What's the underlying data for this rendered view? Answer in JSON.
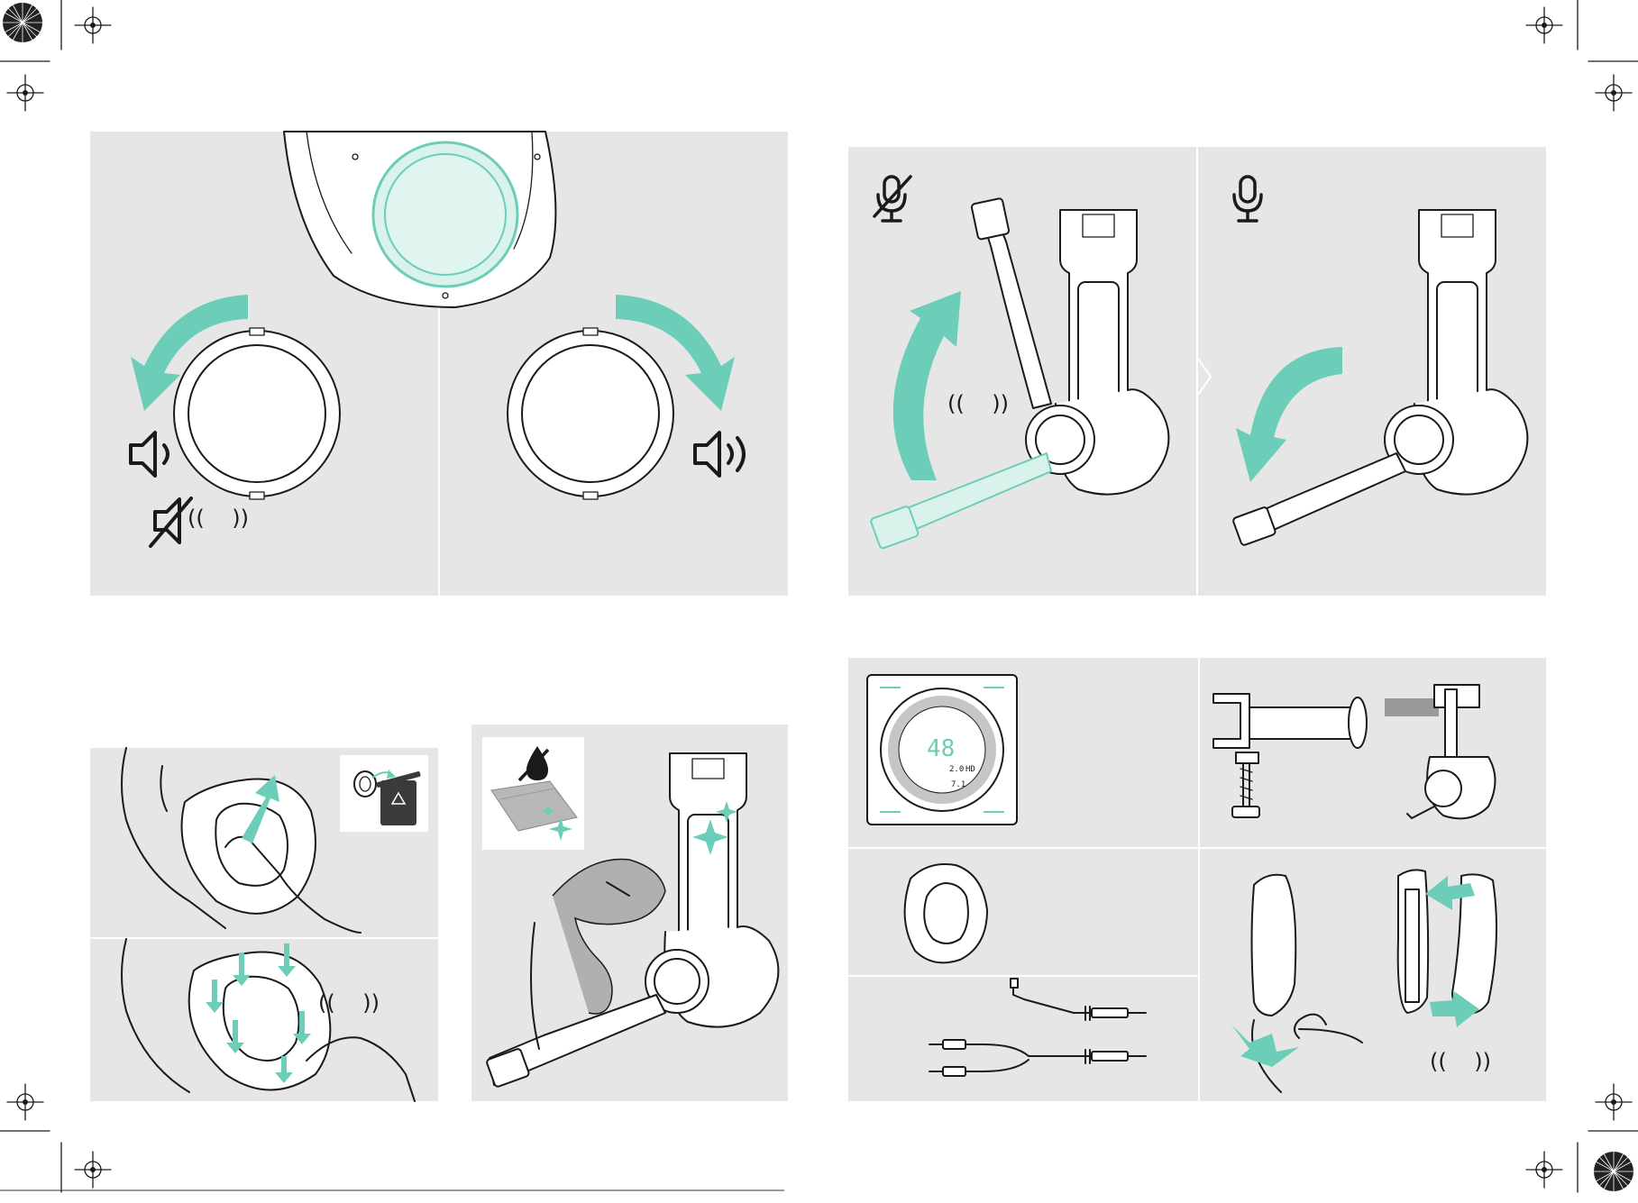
{
  "display_unit": {
    "big_number": "48",
    "small_left": "2.0",
    "small_right": "HD",
    "surround_label": "7.1"
  },
  "icons": {
    "volume_down": "speaker-low-icon",
    "volume_up": "speaker-high-icon",
    "mute": "speaker-muted-icon",
    "mic_muted": "microphone-muted-icon",
    "mic_on": "microphone-icon",
    "water_drop": "water-drop-icon",
    "recycle": "recycle-bin-icon"
  },
  "colors": {
    "accent": "#6ccdb8",
    "panel": "#e6e6e6",
    "line": "#1a1a1a"
  }
}
